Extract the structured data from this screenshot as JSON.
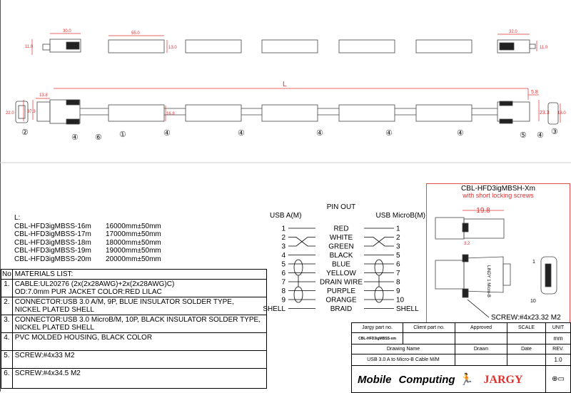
{
  "dimensions": {
    "a_len": "30.0",
    "a_h": "11.0",
    "mold_len": "55.0",
    "mold_h": "13.0",
    "b_len": "32.0",
    "b_h": "11.0",
    "L": "L",
    "a_front": "13.8",
    "a_height": "37.3",
    "a_face": "22.0",
    "mold_height": "16.8",
    "b_front": "5.8",
    "b_height": "23.3",
    "b_face": "18.0"
  },
  "callouts": [
    "②",
    "④",
    "⑥",
    "①",
    "④",
    "④",
    "④",
    "④",
    "④",
    "⑤",
    "④",
    "③"
  ],
  "lengths": {
    "heading": "L:",
    "rows": [
      {
        "part": "CBL-HFD3igMBSS-16m",
        "length": "16000mm±50mm"
      },
      {
        "part": "CBL-HFD3igMBSS-17m",
        "length": "17000mm±50mm"
      },
      {
        "part": "CBL-HFD3igMBSS-18m",
        "length": "18000mm±50mm"
      },
      {
        "part": "CBL-HFD3igMBSS-19m",
        "length": "19000mm±50mm"
      },
      {
        "part": "CBL-HFD3igMBSS-20m",
        "length": "20000mm±50mm"
      }
    ]
  },
  "materials": {
    "no_header": "No",
    "header": "MATERIALS LIST:",
    "items": [
      {
        "no": "1.",
        "line1": "CABLE:UL20276 (2x(2x28AWG)+2x(2x28AWG)C)",
        "line2": "OD:7.0mm  PUR JACKET COLOR:RED LILAC"
      },
      {
        "no": "2.",
        "line1": "CONNECTOR:USB 3.0 A/M, 9P, BLUE INSULATOR SOLDER TYPE,",
        "line2": "NICKEL PLATED SHELL"
      },
      {
        "no": "3.",
        "line1": "CONNECTOR:USB 3.0 MicroB/M, 10P, BLACK INSULATOR SOLDER TYPE,",
        "line2": "NICKEL PLATED SHELL"
      },
      {
        "no": "4.",
        "line1": "PVC MOLDED HOUSING, BLACK COLOR",
        "line2": ""
      },
      {
        "no": "5.",
        "line1": "SCREW:#4x33 M2",
        "line2": ""
      },
      {
        "no": "6.",
        "line1": "SCREW:#4x34.5 M2",
        "line2": ""
      }
    ]
  },
  "pinout": {
    "title": "PIN OUT",
    "left_title": "USB A(M)",
    "right_title": "USB MicroB(M)",
    "rows": [
      {
        "l": "1",
        "wire": "RED",
        "r": "1"
      },
      {
        "l": "2",
        "wire": "WHITE",
        "r": "2"
      },
      {
        "l": "3",
        "wire": "GREEN",
        "r": "3"
      },
      {
        "l": "4",
        "wire": "BLACK",
        "r": "5"
      },
      {
        "l": "5",
        "wire": "BLUE",
        "r": "6"
      },
      {
        "l": "6",
        "wire": "YELLOW",
        "r": "7"
      },
      {
        "l": "7",
        "wire": "DRAIN WIRE",
        "r": "8"
      },
      {
        "l": "8",
        "wire": "PURPLE",
        "r": "9"
      },
      {
        "l": "9",
        "wire": "ORANGE",
        "r": "10"
      },
      {
        "l": "SHELL",
        "wire": "BRAID",
        "r": "SHELL"
      }
    ]
  },
  "variant": {
    "title": "CBL-HFD3igMBSH-Xm",
    "subtitle": "with short locking screws",
    "dim_len": "19.8",
    "dim_h": "3.2",
    "pin1": "1",
    "pin10": "10",
    "screw": "SCREW:#4x23.32 M2",
    "label": "LINDY 1 Micro-B"
  },
  "title_block": {
    "jargy_part_label": "Jargy part no.",
    "client_part_label": "Client part no.",
    "approved_label": "Approved",
    "scale_label": "SCALE",
    "unit_label": "UNIT",
    "jargy_part": "CBL-HFD3igMBSS-xm",
    "unit": "mm",
    "drawing_name_label": "Drawing Name",
    "drawn_label": "Drawn",
    "date_label": "Date",
    "rev_label": "REV.",
    "drawing_name": "USB 3.0 A to Micro-B Cable M/M",
    "rev": "1.0",
    "logo_mobile": "Mobile",
    "logo_computing": "Computing",
    "logo_jargy": "JARGY"
  },
  "colors": {
    "dim": "#e03030",
    "line": "#333333"
  }
}
